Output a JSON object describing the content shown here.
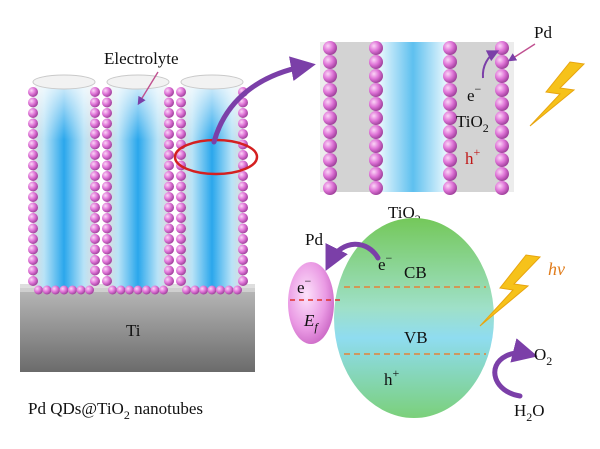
{
  "labels": {
    "electrolyte": "Electrolyte",
    "pd_top": "Pd",
    "e_top": "e",
    "tio2_top_main": "TiO",
    "tio2_top_sub": "2",
    "h_top": "h",
    "ti": "Ti",
    "tio2_band_main": "TiO",
    "tio2_band_sub": "2",
    "pd_band": "Pd",
    "e_pd": "e",
    "e_cb": "e",
    "cb": "CB",
    "vb": "VB",
    "ef_main": "E",
    "ef_sub": "f",
    "h_vb": "h",
    "hv": "hν",
    "o2_main": "O",
    "o2_sub": "2",
    "h2o_h": "H",
    "h2o_sub": "2",
    "h2o_o": "O",
    "minus": "−",
    "plus": "+",
    "caption_a": "Pd QDs@TiO",
    "caption_sub": "2",
    "caption_b": " nanotubes"
  },
  "colors": {
    "pd_particle": "#d86ad0",
    "tube_fill": "#4fb4ea",
    "substrate": "#8a8a8a",
    "arrow": "#7b3fa8",
    "lightning": "#f6c21a",
    "ellipse_highlight": "#d42020",
    "band_top": "#7ecf62",
    "band_bottom": "#7fd7ee",
    "fermi_line": "#e0322e",
    "band_line": "#e48238"
  },
  "icons": {
    "lightning_top": "lightning-bolt-icon",
    "lightning_band": "lightning-bolt-icon"
  }
}
